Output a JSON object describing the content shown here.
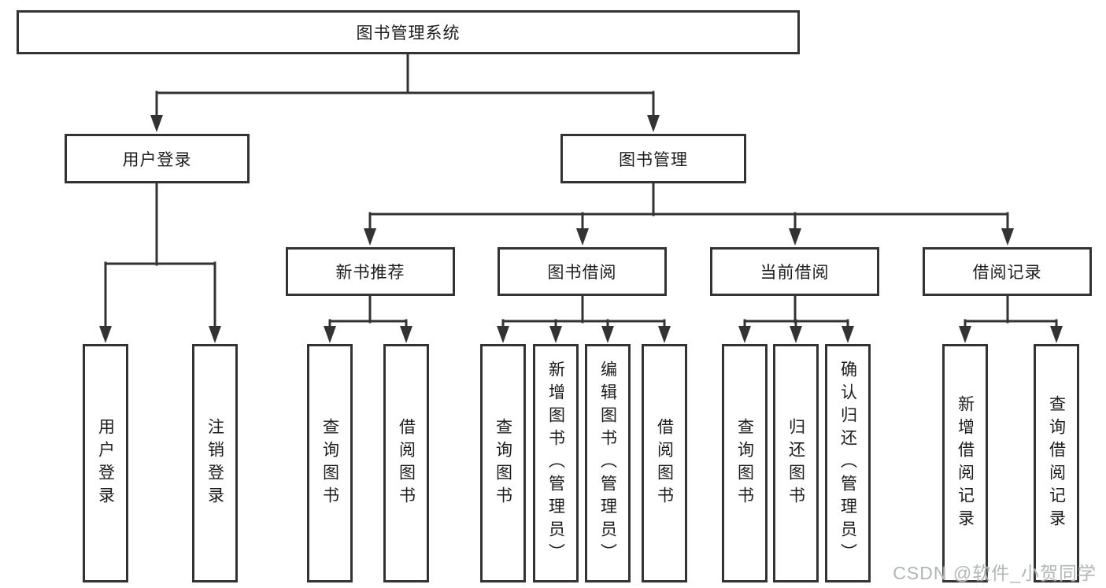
{
  "diagram": {
    "root": {
      "label": "图书管理系统"
    },
    "branches": [
      {
        "label": "用户登录",
        "children": [
          "用户登录",
          "注销登录"
        ]
      },
      {
        "label": "图书管理",
        "groups": [
          {
            "label": "新书推荐",
            "children": [
              "查询图书",
              "借阅图书"
            ]
          },
          {
            "label": "图书借阅",
            "children": [
              "查询图书",
              "新增图书（管理员）",
              "编辑图书（管理员）",
              "借阅图书"
            ]
          },
          {
            "label": "当前借阅",
            "children": [
              "查询图书",
              "归还图书",
              "确认归还（管理员）"
            ]
          },
          {
            "label": "借阅记录",
            "children": [
              "新增借阅记录",
              "查询借阅记录"
            ]
          }
        ]
      }
    ],
    "line_color": "#333333",
    "watermark": "CSDN @软件_小贺同学"
  }
}
